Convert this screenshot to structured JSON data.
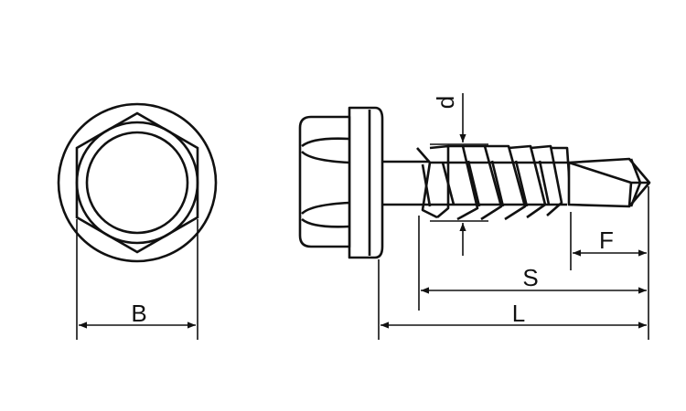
{
  "colors": {
    "stroke": "#111111",
    "background": "#ffffff",
    "head_fill": "#ffffff"
  },
  "labels": {
    "diameter": "d",
    "hex_width": "B",
    "thread_length": "S",
    "total_length": "L",
    "drill_point_length": "F"
  }
}
